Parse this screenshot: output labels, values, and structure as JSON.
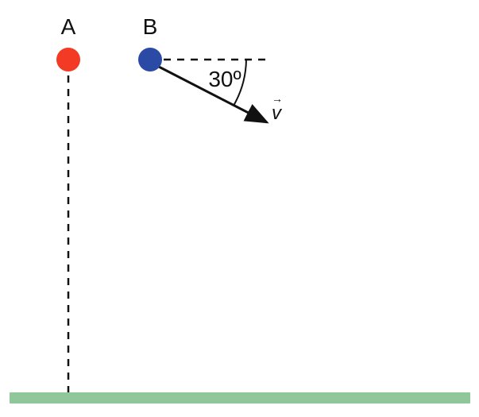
{
  "points": {
    "a": {
      "label": "A",
      "color": "#f23a24"
    },
    "b": {
      "label": "B",
      "color": "#2a4aa6"
    }
  },
  "angle": {
    "label": "30º"
  },
  "velocity": {
    "label": "v",
    "arrow_mark": "→"
  },
  "ground": {
    "color": "#8fc69a"
  }
}
